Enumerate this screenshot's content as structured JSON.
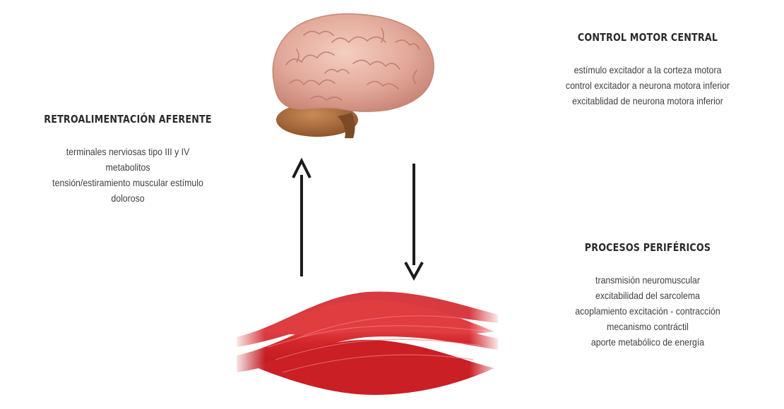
{
  "afferent": {
    "heading": "RETROALIMENTACIÓN AFERENTE",
    "lines": [
      "terminales nerviosas tipo III y IV",
      "metabolitos",
      "tensión/estiramiento muscular estímulo",
      "doloroso"
    ]
  },
  "central": {
    "heading": "CONTROL MOTOR CENTRAL",
    "lines": [
      "estímulo excitador a la corteza motora",
      "control excitador a neurona motora inferior",
      "excitablidad de neurona motora inferior"
    ]
  },
  "peripheral": {
    "heading": "PROCESOS PERIFÉRICOS",
    "lines": [
      "transmisión neuromuscular",
      "excitabilidad del sarcolema",
      "acoplamiento excitación - contracción",
      "mecanismo contráctil",
      "aporte metabólico de energía"
    ]
  },
  "colors": {
    "brain": "#e2a99a",
    "cerebellum": "#a86a3d",
    "muscle": "#d3262b",
    "arrow": "#1c1c1c"
  },
  "icons": {
    "brain": "brain-illustration",
    "muscle": "muscle-illustration",
    "up_arrow": "arrow-up",
    "down_arrow": "arrow-down"
  }
}
